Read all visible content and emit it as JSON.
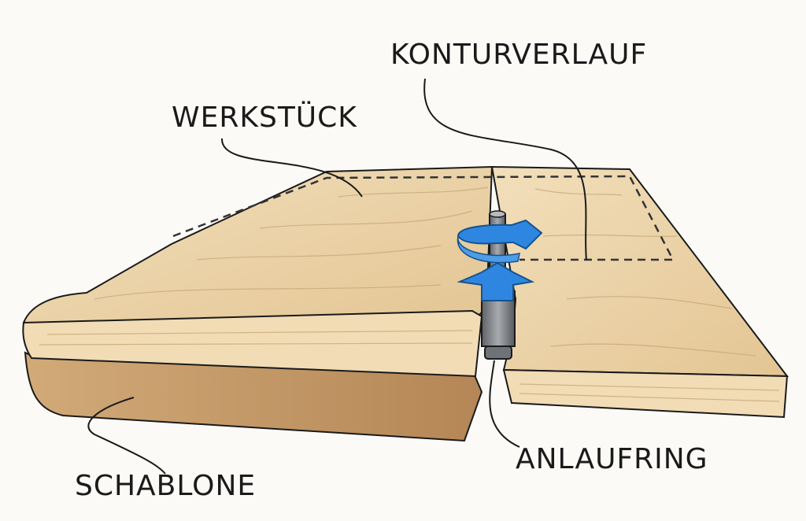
{
  "labels": {
    "contour": "KONTURVERLAUF",
    "workpiece": "WERKSTÜCK",
    "bearing_ring": "ANLAUFRING",
    "template": "SCHABLONE"
  },
  "colors": {
    "wood_top": "#ead2a6",
    "wood_edge": "#f1dcb5",
    "template": "#c49a66",
    "rotation_arrow": "#2f86e0",
    "ink": "#1a1a1a",
    "router_shaft": "#8b8e92"
  },
  "icons": {
    "rotation": "rotation-arrow-icon",
    "feed": "feed-direction-arrow-icon"
  }
}
